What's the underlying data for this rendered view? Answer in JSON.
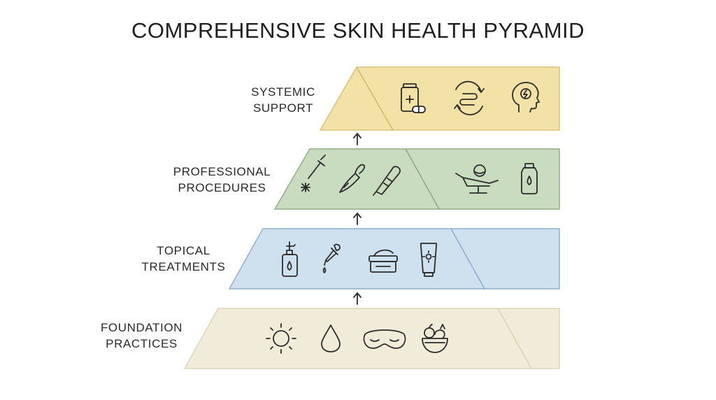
{
  "title": "COMPREHENSIVE SKIN HEALTH PYRAMID",
  "tiers": [
    {
      "line1": "SYSTEMIC",
      "line2": "SUPPORT",
      "color": "#f3e2a6",
      "icons": [
        "supplement-bottle-icon",
        "gut-health-icon",
        "brain-mind-icon"
      ]
    },
    {
      "line1": "PROFESSIONAL",
      "line2": "PROCEDURES",
      "color": "#c9dcc0",
      "icons": [
        "laser-icon",
        "microcurrent-device-icon",
        "microneedling-pen-icon",
        "facial-treatment-chair-icon",
        "serum-vial-icon"
      ]
    },
    {
      "line1": "TOPICAL",
      "line2": "TREATMENTS",
      "color": "#cfe0ee",
      "icons": [
        "pump-bottle-icon",
        "dropper-icon",
        "cream-jar-icon",
        "sunscreen-tube-icon"
      ]
    },
    {
      "line1": "FOUNDATION",
      "line2": "PRACTICES",
      "color": "#f1ecd9",
      "icons": [
        "sun-icon",
        "water-drop-icon",
        "sleep-mask-icon",
        "fruit-bowl-icon"
      ]
    }
  ]
}
